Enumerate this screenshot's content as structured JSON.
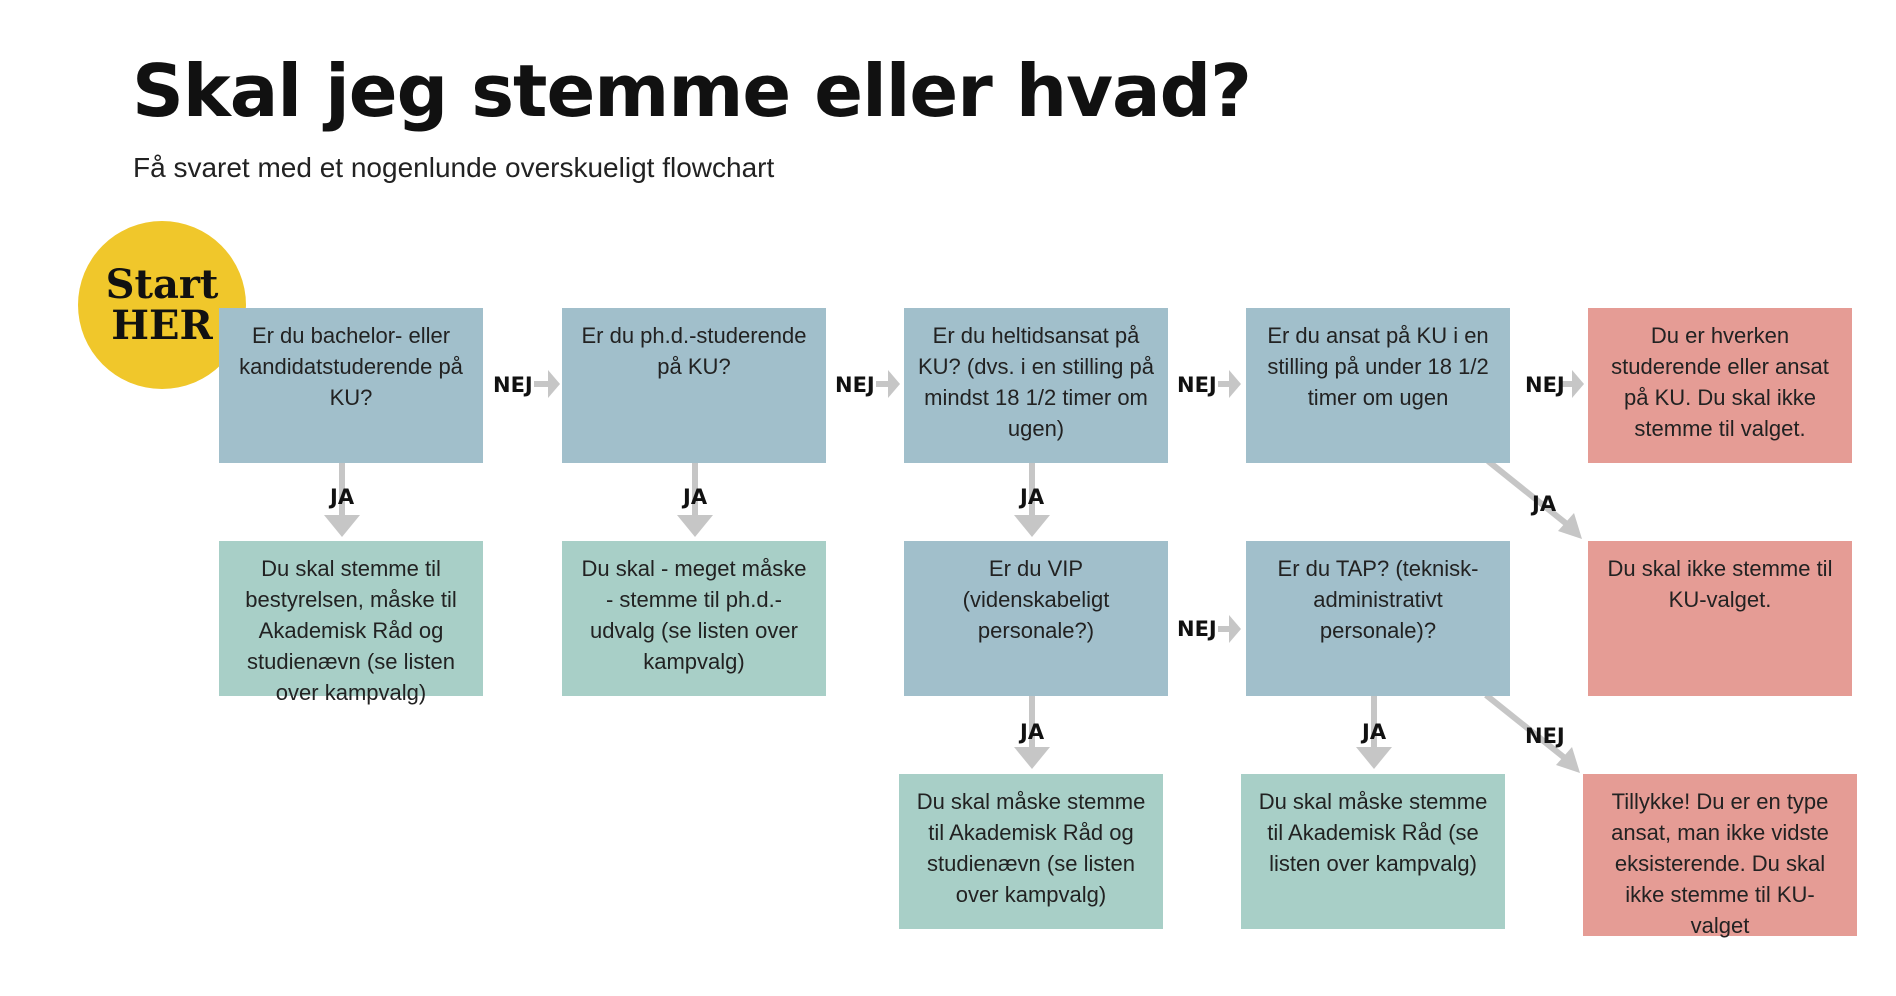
{
  "title": "Skal jeg stemme eller hvad?",
  "subtitle": "Få svaret med et nogenlunde overskueligt flowchart",
  "start": {
    "line1": "Start",
    "line2": "HER"
  },
  "labels": {
    "yes": "JA",
    "no": "NEJ"
  },
  "colors": {
    "question": "#a1bfcb",
    "yes_result": "#a8cfc7",
    "no_result": "#e59c95",
    "start": "#f0c72b",
    "arrow": "#c6c6c6"
  },
  "nodes": {
    "q1": "Er du bachelor- eller kandidatstuderende på KU?",
    "q2": "Er du ph.d.-studerende på KU?",
    "q3": "Er du heltidsansat på KU? (dvs. i en stilling på mindst 18 1/2 timer om ugen)",
    "q4": "Er du ansat på KU i en stilling på under 18 1/2 timer om ugen",
    "r_not_student_or_employee": "Du er hverken studerende eller ansat på KU. Du skal ikke stemme til valget.",
    "r1": "Du skal stemme til bestyrelsen, måske til Akademisk Råd og studienævn (se listen over kampvalg)",
    "r2": "Du skal - meget måske - stemme til ph.d.-udvalg (se listen over kampvalg)",
    "q_vip": "Er du VIP (videnskabeligt personale?)",
    "q_tap": "Er du TAP? (teknisk-administrativt personale)?",
    "r_no_ku_vote": "Du skal ikke stemme til KU-valget.",
    "r_vip": "Du skal måske stemme til Akademisk Råd og studienævn (se listen over kampvalg)",
    "r_tap": "Du skal måske stemme til Akademisk Råd (se listen over kampvalg)",
    "r_unknown": "Tillykke! Du er en type ansat, man ikke vidste eksisterende. Du skal ikke stemme til KU-valget"
  }
}
